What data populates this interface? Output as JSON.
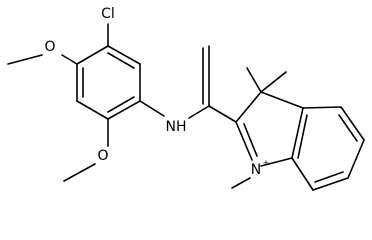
{
  "atoms": {
    "chlorine": "Cl",
    "oxygen_upper": "O",
    "oxygen_lower": "O",
    "amine": "NH",
    "nitrogen_ring": "N",
    "charge": "+"
  }
}
